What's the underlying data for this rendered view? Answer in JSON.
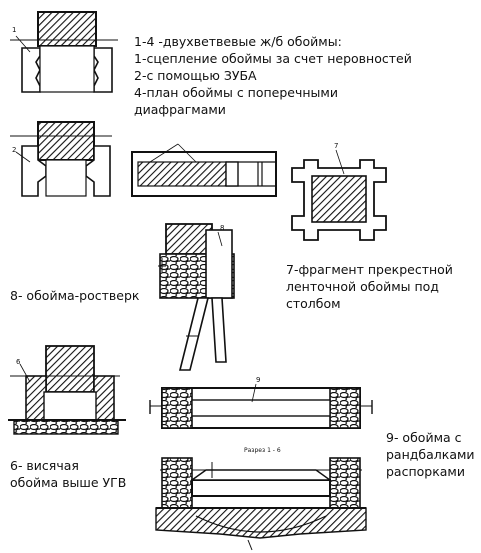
{
  "legend": {
    "title": "1-4 -двухветвевые ж/б обоймы:",
    "item1": "1-сцепление обоймы за счет неровностей",
    "item2": "2-с помощью ЗУБА",
    "item4_line1": "4-план обоймы с поперечными",
    "item4_line2": "диафрагмами"
  },
  "captions": {
    "fig7_line1": "7-фрагмент прекрестной",
    "fig7_line2": "ленточной обоймы под",
    "fig7_line3": "столбом",
    "fig8": "8- обойма-ростверк",
    "fig6_line1": "6- висячая",
    "fig6_line2": "обойма выше УГВ",
    "fig9_line1": "9- обойма с",
    "fig9_line2": "рандбалками",
    "fig9_line3": "распорками"
  },
  "small_labels": {
    "fig1": "1",
    "fig2": "2",
    "fig6": "6",
    "fig7": "7",
    "fig8": "8",
    "fig9": "9",
    "section": "Разрез 1 - 6"
  },
  "colors": {
    "ink": "#111111",
    "paper": "#ffffff"
  }
}
